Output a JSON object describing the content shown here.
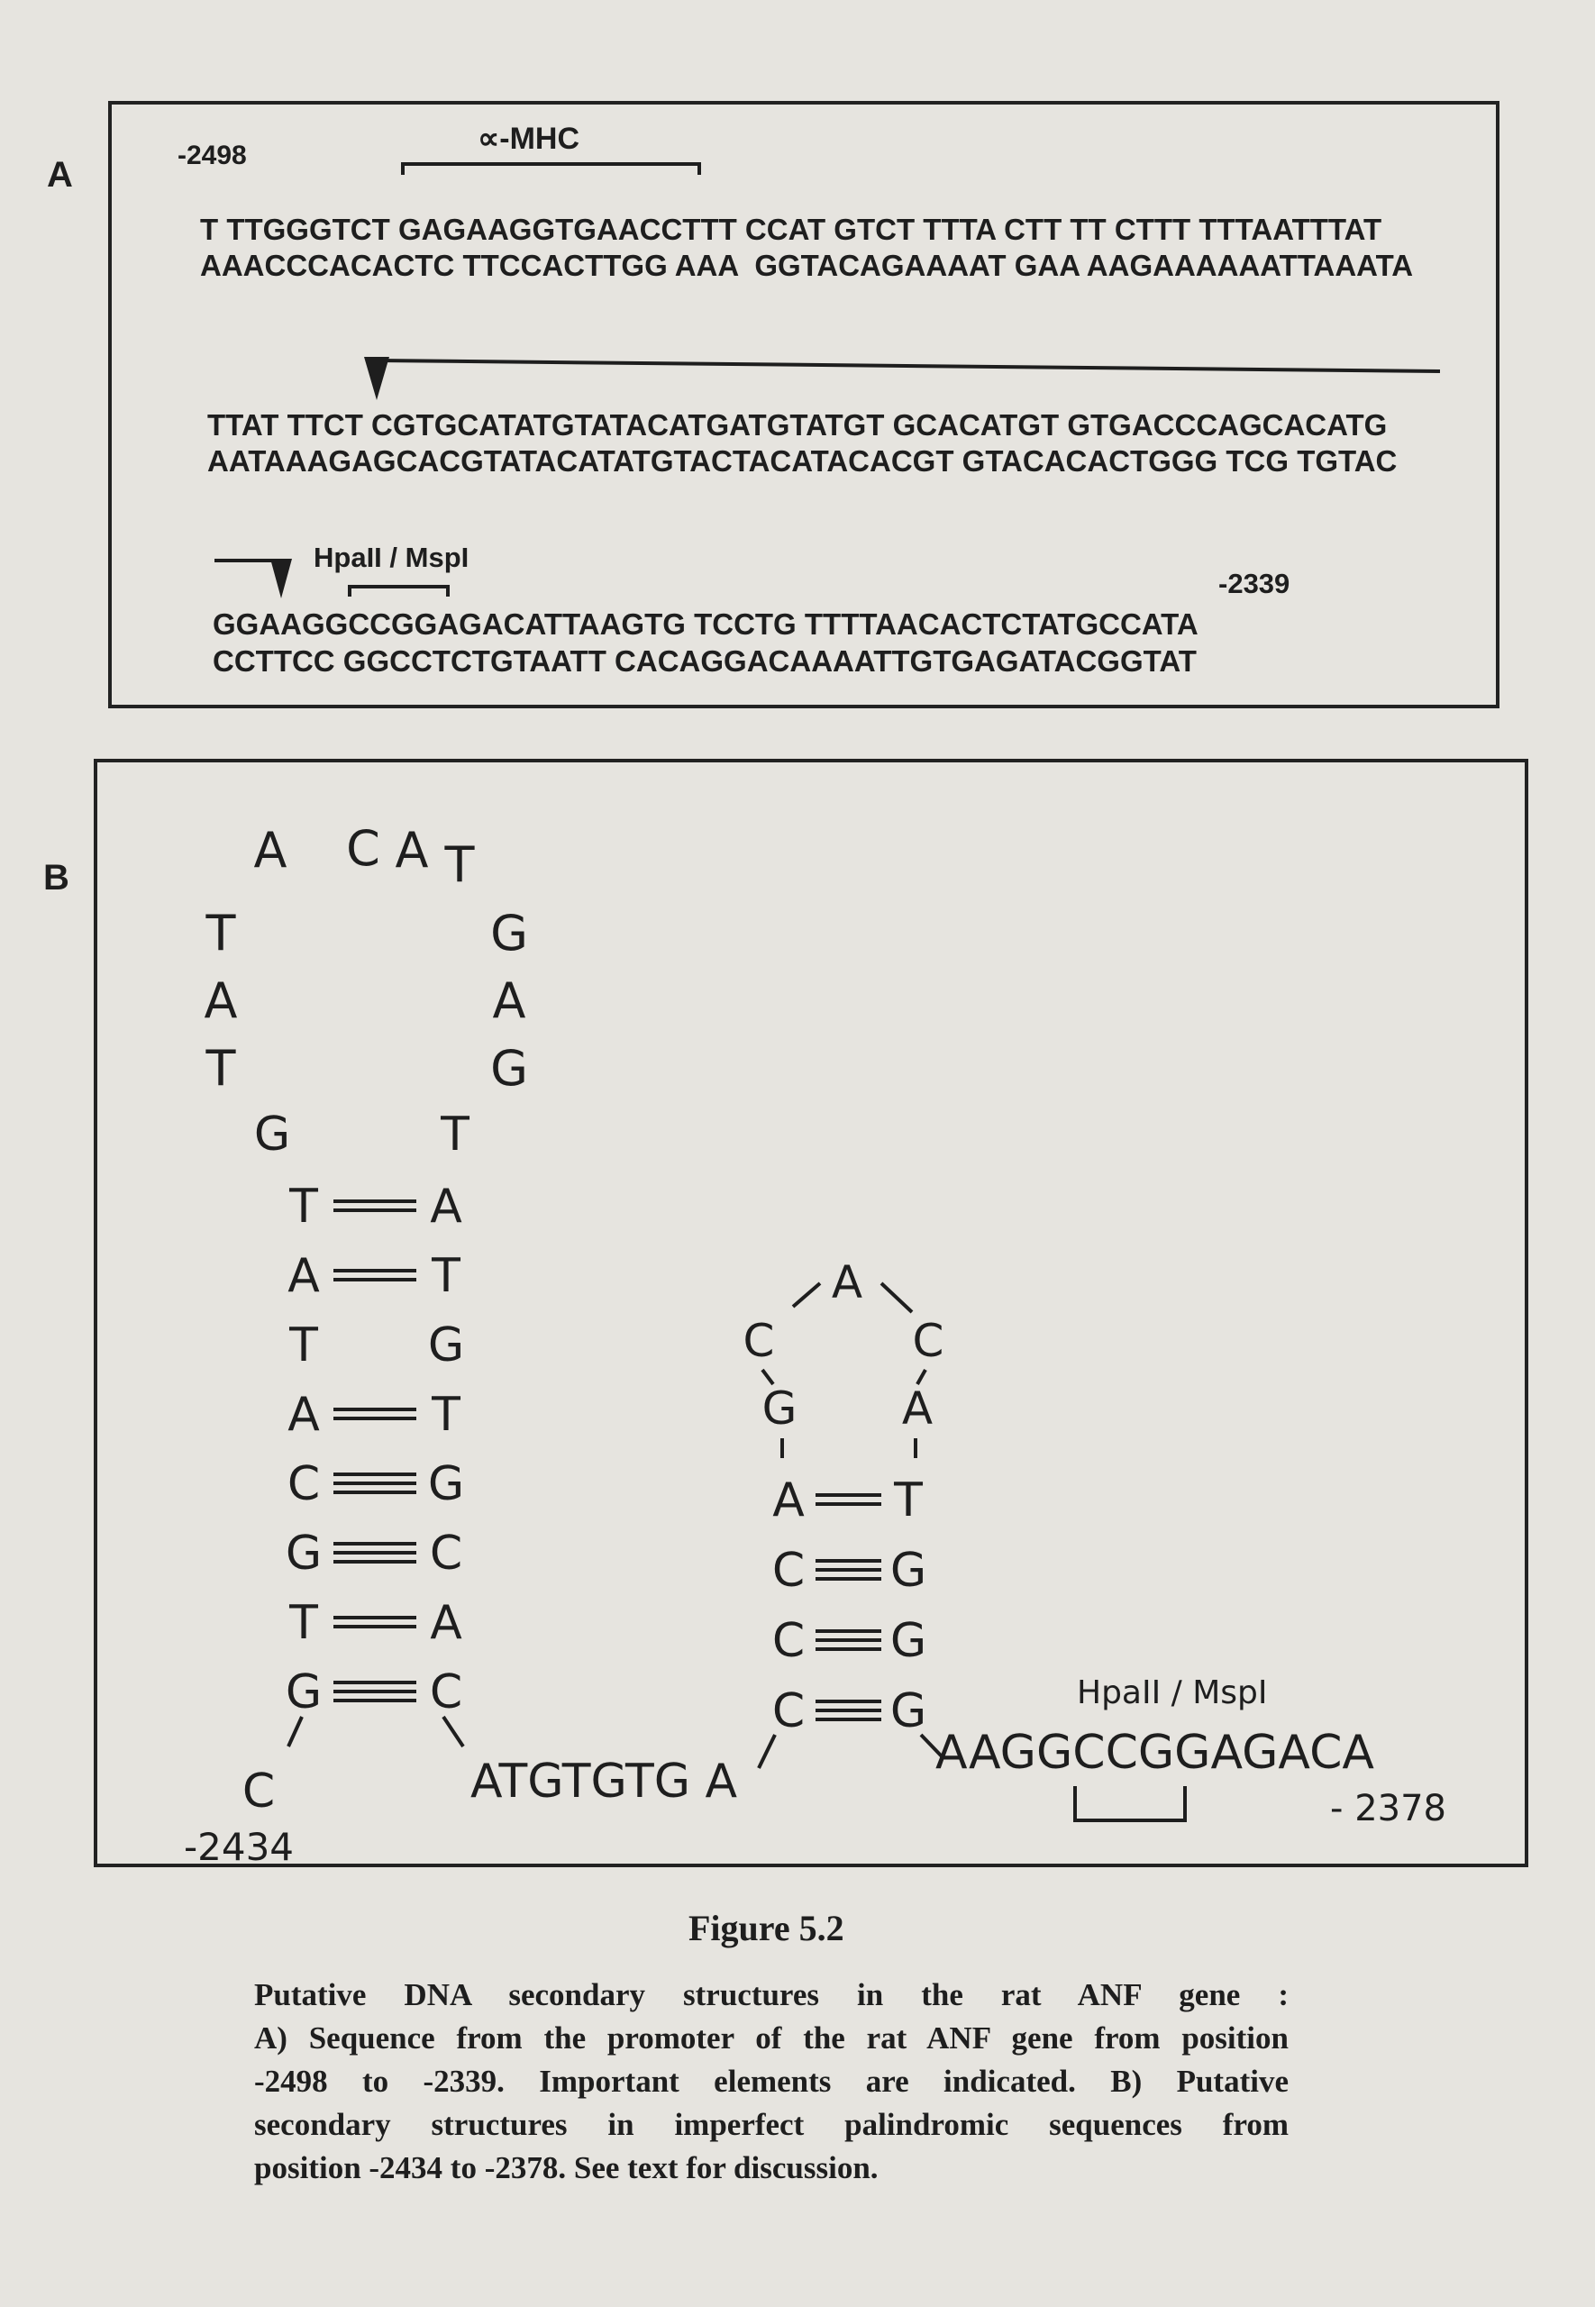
{
  "panelA": {
    "label": "A",
    "start_pos": "-2498",
    "mhc_label": "∝-MHC",
    "block1": {
      "top": "T TTGGGTCT GAGAAGGTGAACCTTT CCAT GTCT TTTA CTT TT CTTT TTTAATTTAT",
      "bottom": "AAACCCACACTC TTCCACTTGG AAA  GGTACAGAAAAT GAA AAGAAAAAATTAAATA"
    },
    "block2": {
      "top": "TTAT TTCT CGTGCATATGTATACATGATGTATGT GCACATGT GTGACCCAGCACATG",
      "bottom": "AATAAAGAGCACGTATACATATGTACTACATACACGT GTACACACTGGG TCG TGTAC"
    },
    "enzyme_label": "HpaII / MspI",
    "end_pos": "-2339",
    "block3": {
      "top": "GGAAGGCCGGAGACATTAAGTG TCCTG TTTTAACACTCTATGCCATA",
      "bottom": "CCTTCC GGCCTCTGTAATT CACAGGACAAAATTGTGAGATACGGTAT"
    }
  },
  "panelB": {
    "label": "B",
    "hairpin1": {
      "loop_top": [
        "A",
        "C",
        "A",
        "T"
      ],
      "loop_left": [
        "T",
        "A",
        "T"
      ],
      "loop_right": [
        "G",
        "A",
        "G"
      ],
      "neck": [
        "G",
        "T"
      ],
      "pairs": [
        {
          "l": "T",
          "r": "A",
          "bond": 2
        },
        {
          "l": "A",
          "r": "T",
          "bond": 2
        },
        {
          "l": "T",
          "r": "G",
          "bond": 0
        },
        {
          "l": "A",
          "r": "T",
          "bond": 2
        },
        {
          "l": "C",
          "r": "G",
          "bond": 3
        },
        {
          "l": "G",
          "r": "C",
          "bond": 3
        },
        {
          "l": "T",
          "r": "A",
          "bond": 2
        },
        {
          "l": "G",
          "r": "C",
          "bond": 3
        }
      ],
      "tail": "C",
      "pos": "-2434"
    },
    "linker": "ATGTGTG A",
    "hairpin2": {
      "loop_top": "A",
      "loop_left": [
        "C",
        "G"
      ],
      "loop_right": [
        "C",
        "A"
      ],
      "pairs": [
        {
          "l": "A",
          "r": "T",
          "bond": 2
        },
        {
          "l": "C",
          "r": "G",
          "bond": 3
        },
        {
          "l": "C",
          "r": "G",
          "bond": 3
        },
        {
          "l": "C",
          "r": "G",
          "bond": 3
        }
      ]
    },
    "tail_seq": "AAGGCCGGAGACA",
    "enzyme_label": "HpaII / MspI",
    "end_pos": "- 2378"
  },
  "caption": {
    "title": "Figure 5.2",
    "lines": [
      "Putative DNA secondary structures in the rat ANF gene :",
      "A) Sequence from the promoter of the rat ANF gene from position",
      "-2498 to -2339.  Important elements are indicated.  B) Putative",
      "secondary structures in imperfect palindromic sequences from",
      "position  -2434 to -2378.  See text for discussion."
    ]
  }
}
